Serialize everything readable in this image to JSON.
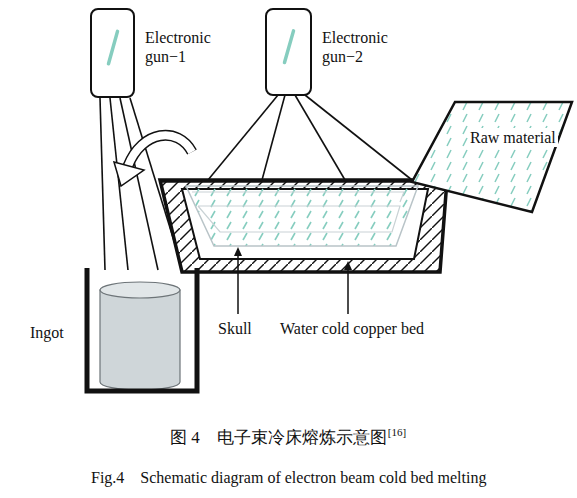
{
  "diagram": {
    "caption": "图 4　电子束冷床熔炼示意图",
    "nodes": [
      {
        "text": [
          "Electronic gun−1"
        ]
      },
      {
        "text": [
          "Electronic gun−2"
        ]
      },
      {
        "text": [
          "Raw material"
        ]
      }
    ],
    "labels": [
      "Ingot",
      "Skull",
      "Water cold copper bed",
      "[16]",
      "Fig.4　Schematic diagram of electron beam cold bed melting"
    ]
  }
}
